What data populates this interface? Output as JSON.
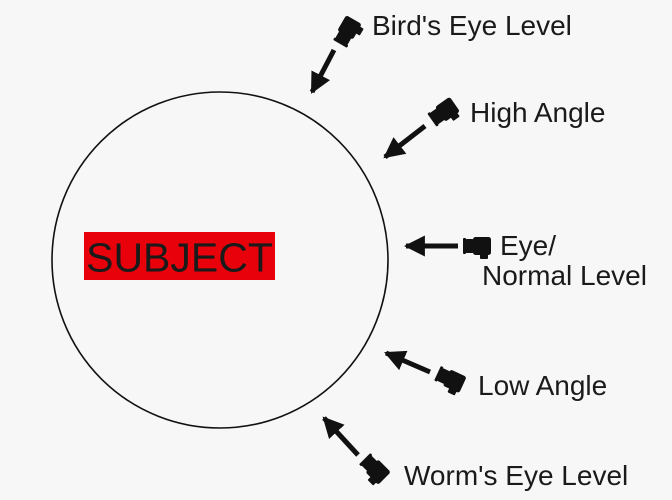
{
  "diagram": {
    "subject": {
      "label": "SUBJECT",
      "highlight_color": "#e8000b"
    },
    "line_color": "#111111",
    "camera_color": "#111111",
    "angles": [
      {
        "id": "birds-eye",
        "label_lines": [
          "Bird's Eye Level"
        ],
        "icon": "camera-icon"
      },
      {
        "id": "high-angle",
        "label_lines": [
          "High Angle"
        ],
        "icon": "camera-icon"
      },
      {
        "id": "eye-level",
        "label_lines": [
          "Eye/",
          "Normal Level"
        ],
        "icon": "camera-icon"
      },
      {
        "id": "low-angle",
        "label_lines": [
          "Low Angle"
        ],
        "icon": "camera-icon"
      },
      {
        "id": "worms-eye",
        "label_lines": [
          "Worm's Eye Level"
        ],
        "icon": "camera-icon"
      }
    ]
  }
}
